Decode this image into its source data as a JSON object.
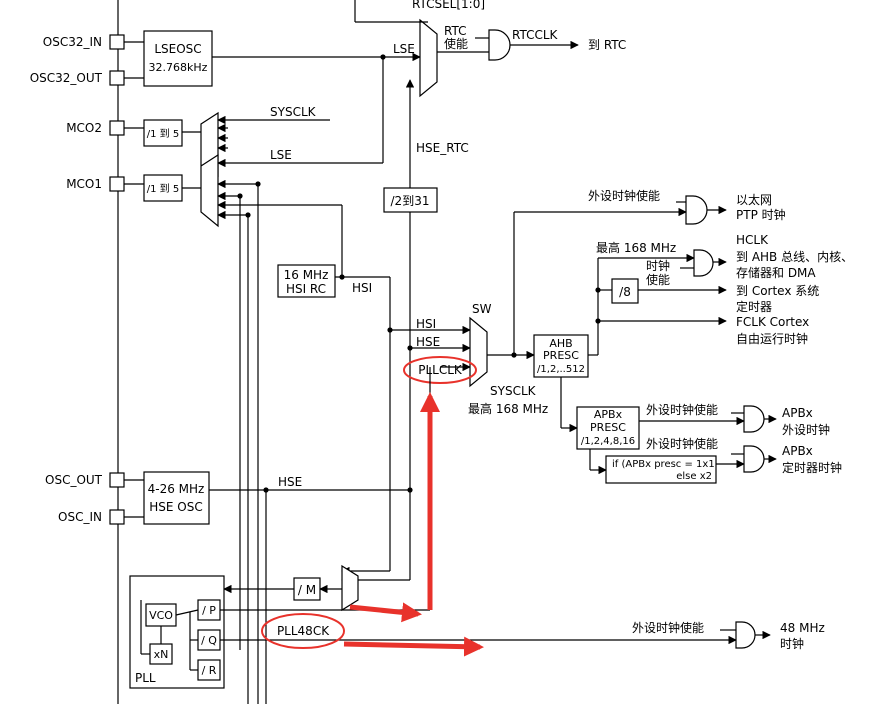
{
  "colors": {
    "line": "#000000",
    "highlight": "#e8322b",
    "background": "#ffffff"
  },
  "pins": {
    "osc32_in": "OSC32_IN",
    "osc32_out": "OSC32_OUT",
    "mco2": "MCO2",
    "mco1": "MCO1",
    "osc_out": "OSC_OUT",
    "osc_in": "OSC_IN"
  },
  "blocks": {
    "lseosc": [
      "LSEOSC",
      "32.768kHz"
    ],
    "mco_div": "/1 到 5",
    "hsi_rc": [
      "16 MHz",
      "HSI RC"
    ],
    "hse_osc": [
      "4-26 MHz",
      "HSE OSC"
    ],
    "rtc_div": "/2到31",
    "ahb": [
      "AHB",
      "PRESC",
      "/1,2,..512"
    ],
    "div8": "/8",
    "apb": [
      "APBx",
      "PRESC",
      "/1,2,4,8,16"
    ],
    "apb_timer": [
      "if (APBx presc = 1x1",
      "else x2"
    ],
    "pll_m": "/ M",
    "vco": "VCO",
    "p": "/ P",
    "q": "/ Q",
    "r": "/ R",
    "xn": "xN",
    "pll": "PLL"
  },
  "signals": {
    "rtcsel": "RTCSEL[1:0]",
    "lse": "LSE",
    "sysclk": "SYSCLK",
    "hse_rtc": "HSE_RTC",
    "hsi": "HSI",
    "hse": "HSE",
    "sw": "SW",
    "pllclk": "PLLCLK",
    "sysclk_max": [
      "SYSCLK",
      "最高 168 MHz"
    ],
    "pll48ck": "PLL48CK"
  },
  "outputs": {
    "rtc_enable": [
      "RTC",
      "使能"
    ],
    "rtcclk": "RTCCLK",
    "to_rtc": "到 RTC",
    "periph_enable": "外设时钟使能",
    "ethernet": [
      "以太网",
      "PTP 时钟"
    ],
    "hclk_max": "最高 168 MHz",
    "clock_enable": [
      "时钟",
      "使能"
    ],
    "hclk": [
      "HCLK",
      "到 AHB 总线、内核、",
      "存储器和 DMA"
    ],
    "cortex_timer": [
      "到 Cortex 系统",
      "定时器"
    ],
    "fclk": [
      "FCLK Cortex",
      "自由运行时钟"
    ],
    "apb_periph": [
      "APBx",
      "外设时钟"
    ],
    "apb_timer": [
      "APBx",
      "定时器时钟"
    ],
    "mhz48": [
      "48 MHz",
      "时钟"
    ]
  }
}
